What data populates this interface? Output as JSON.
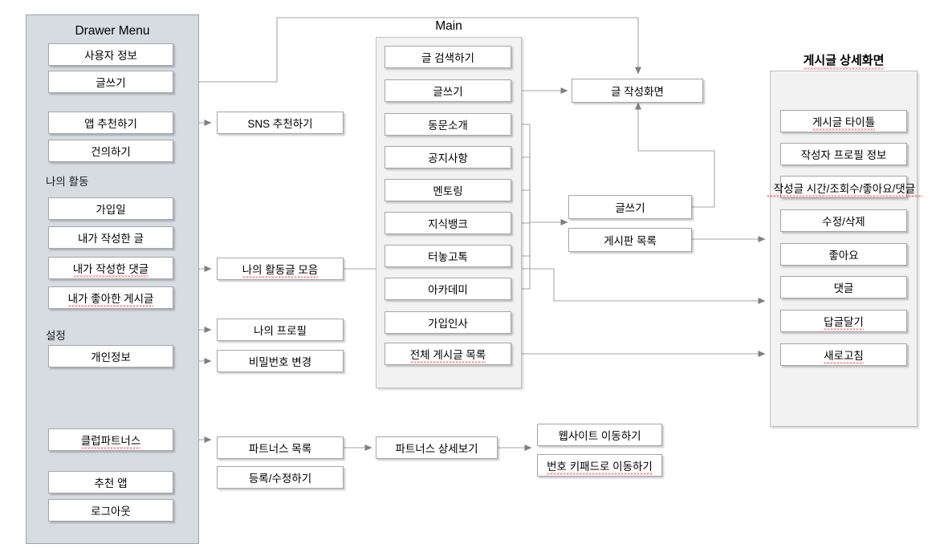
{
  "diagram": {
    "title_drawer": "Drawer Menu",
    "title_main": "Main",
    "title_detail": "게시글 상세화면"
  },
  "drawer": {
    "groups": [
      {
        "label": "나의 활동"
      },
      {
        "label": "설정"
      }
    ],
    "items": [
      {
        "label": "사용자 정보"
      },
      {
        "label": "글쓰기"
      },
      {
        "label": "앱 추천하기"
      },
      {
        "label": "건의하기"
      },
      {
        "label": "가입일"
      },
      {
        "label": "내가 작성한 글"
      },
      {
        "label": "내가 작성한 댓글"
      },
      {
        "label": "내가 좋아한 게시글"
      },
      {
        "label": "개인정보"
      },
      {
        "label": "클럽파트너스"
      },
      {
        "label": "추천 앱"
      },
      {
        "label": "로그아웃"
      }
    ]
  },
  "column2": {
    "items": [
      {
        "label": "SNS 추천하기"
      },
      {
        "label": "나의 활동글 모음"
      },
      {
        "label": "나의 프로필"
      },
      {
        "label": "비밀번호 변경"
      },
      {
        "label": "파트너스 목록"
      },
      {
        "label": "등록/수정하기"
      }
    ]
  },
  "main": {
    "items": [
      {
        "label": "글 검색하기"
      },
      {
        "label": "글쓰기"
      },
      {
        "label": "동문소개"
      },
      {
        "label": "공지사항"
      },
      {
        "label": "멘토링"
      },
      {
        "label": "지식뱅크"
      },
      {
        "label": "터놓고톡"
      },
      {
        "label": "아카데미"
      },
      {
        "label": "가입인사"
      },
      {
        "label": "전체 게시글 목록"
      }
    ]
  },
  "middle": {
    "items": [
      {
        "label": "글 작성화면"
      },
      {
        "label": "글쓰기"
      },
      {
        "label": "게시판 목록"
      }
    ]
  },
  "detail": {
    "items": [
      {
        "label": "게시글 타이틀"
      },
      {
        "label": "작성자 프로필 정보"
      },
      {
        "label": "작성글 시간/조회수/좋아요/댓글"
      },
      {
        "label": "수정/삭제"
      },
      {
        "label": "좋아요"
      },
      {
        "label": "댓글"
      },
      {
        "label": "답글달기"
      },
      {
        "label": "새로고침"
      }
    ]
  },
  "partners": {
    "items": [
      {
        "label": "파트너스 상세보기"
      },
      {
        "label": "웹사이트 이동하기"
      },
      {
        "label": "번호 키패드로 이동하기"
      }
    ]
  },
  "colors": {
    "drawer_fill": "#d7dce3",
    "panel_fill": "#f2f2f2",
    "node_fill": "#ffffff",
    "node_border": "#a6a6a6",
    "wire": "#a6a6a6",
    "arrow": "#808080",
    "spellcheck": "#e03030"
  }
}
